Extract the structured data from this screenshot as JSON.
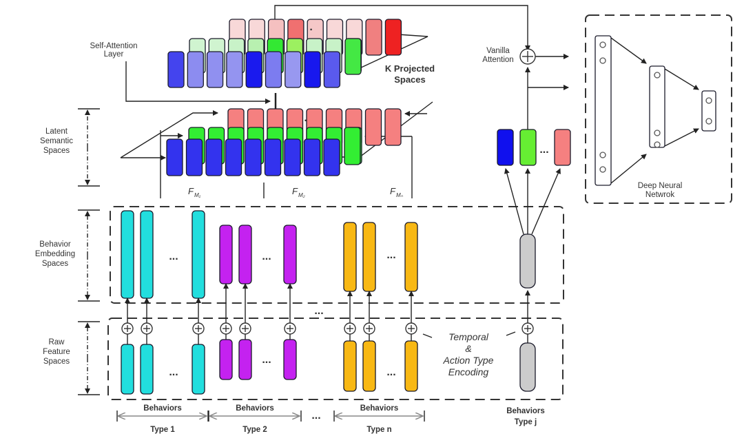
{
  "labels": {
    "self_attention": [
      "Self-Attention",
      "Layer"
    ],
    "k_projected": [
      "K Projected",
      "Spaces"
    ],
    "vanilla_attention": [
      "Vanilla",
      "Attention"
    ],
    "latent": [
      "Latent",
      "Semantic",
      "Spaces"
    ],
    "behavior_embedding": [
      "Behavior",
      "Embedding",
      "Spaces"
    ],
    "raw_feature": [
      "Raw",
      "Feature",
      "Spaces"
    ],
    "dnn": [
      "Deep Neural",
      "Netwrok"
    ],
    "encoding": [
      "Temporal",
      "&",
      "Action Type",
      "Encoding"
    ],
    "behaviors_type_j": [
      "Behaviors",
      "Type j"
    ],
    "fm": [
      {
        "base": "F",
        "sub": "M₁"
      },
      {
        "base": "F",
        "sub": "M₂"
      },
      {
        "base": "F",
        "sub": "Mₙ"
      }
    ],
    "ellipsis": "...",
    "groups": [
      {
        "top": "Behaviors",
        "bottom": "Type 1"
      },
      {
        "top": "Behaviors",
        "bottom": "Type 2"
      },
      {
        "top": "Behaviors",
        "bottom": "Type n"
      }
    ]
  },
  "colors": {
    "blue": "#3333ee",
    "green": "#33ee33",
    "red": "#f58080",
    "cyan": "#22dede",
    "purple": "#c422f0",
    "orange": "#f8b814",
    "gray": "#cccccc",
    "line": "#222222"
  },
  "projected": {
    "red": [
      "#f8d8d8",
      "#f8d8d8",
      "#f5c0c0",
      "#f07070",
      "#f5c8c8",
      "#f8d8d8",
      "#f8d8d8",
      "#f08080",
      "#ee2222"
    ],
    "green": [
      "#d0f4d0",
      "#d0f4d0",
      "#c8f2c8",
      "#b8f0b0",
      "#33e833",
      "#9cf060",
      "#c8f2c8",
      "#c8f2c8",
      "#44e844"
    ],
    "blue": [
      "#4444ee",
      "#8c8cf0",
      "#9090f0",
      "#9494f0",
      "#1a1aee",
      "#7c7cf0",
      "#9898f0",
      "#1818ee",
      "#5a5aee"
    ]
  }
}
